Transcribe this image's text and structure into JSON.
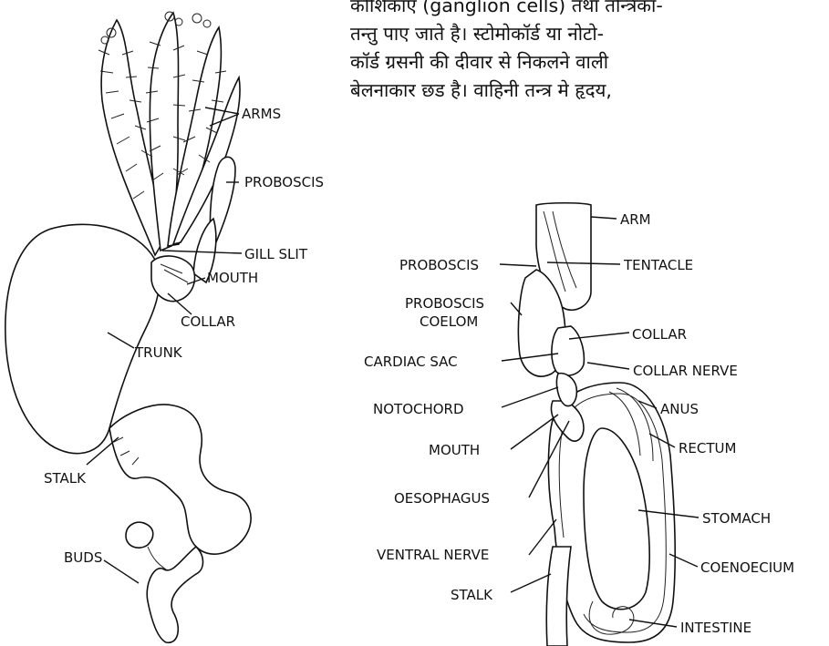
{
  "text": {
    "lines": [
      "कोशिकाएं (ganglion cells) तथा तन्त्रिका-",
      "तन्तु पाए जाते है। स्टोमोकॉर्ड या नोटो-",
      "कॉर्ड ग्रसनी की दीवार से निकलने वाली",
      "बेलनाकार छड है। वाहिनी तन्त्र मे हृदय,"
    ]
  },
  "figure_left": {
    "labels": {
      "arms": "ARMS",
      "proboscis": "PROBOSCIS",
      "gill_slit": "GILL SLIT",
      "mouth": "MOUTH",
      "collar": "COLLAR",
      "trunk": "TRUNK",
      "stalk": "STALK",
      "buds": "BUDS"
    }
  },
  "figure_right": {
    "labels": {
      "arm": "ARM",
      "tentacle": "TENTACLE",
      "proboscis": "PROBOSCIS",
      "proboscis_coelom_1": "PROBOSCIS",
      "proboscis_coelom_2": "COELOM",
      "collar": "COLLAR",
      "cardiac_sac": "CARDIAC SAC",
      "collar_nerve": "COLLAR NERVE",
      "notochord": "NOTOCHORD",
      "anus": "ANUS",
      "mouth": "MOUTH",
      "rectum": "RECTUM",
      "oesophagus": "OESOPHAGUS",
      "stomach": "STOMACH",
      "ventral_nerve": "VENTRAL NERVE",
      "coenoecium": "COENOECIUM",
      "stalk": "STALK",
      "intestine": "INTESTINE"
    }
  }
}
